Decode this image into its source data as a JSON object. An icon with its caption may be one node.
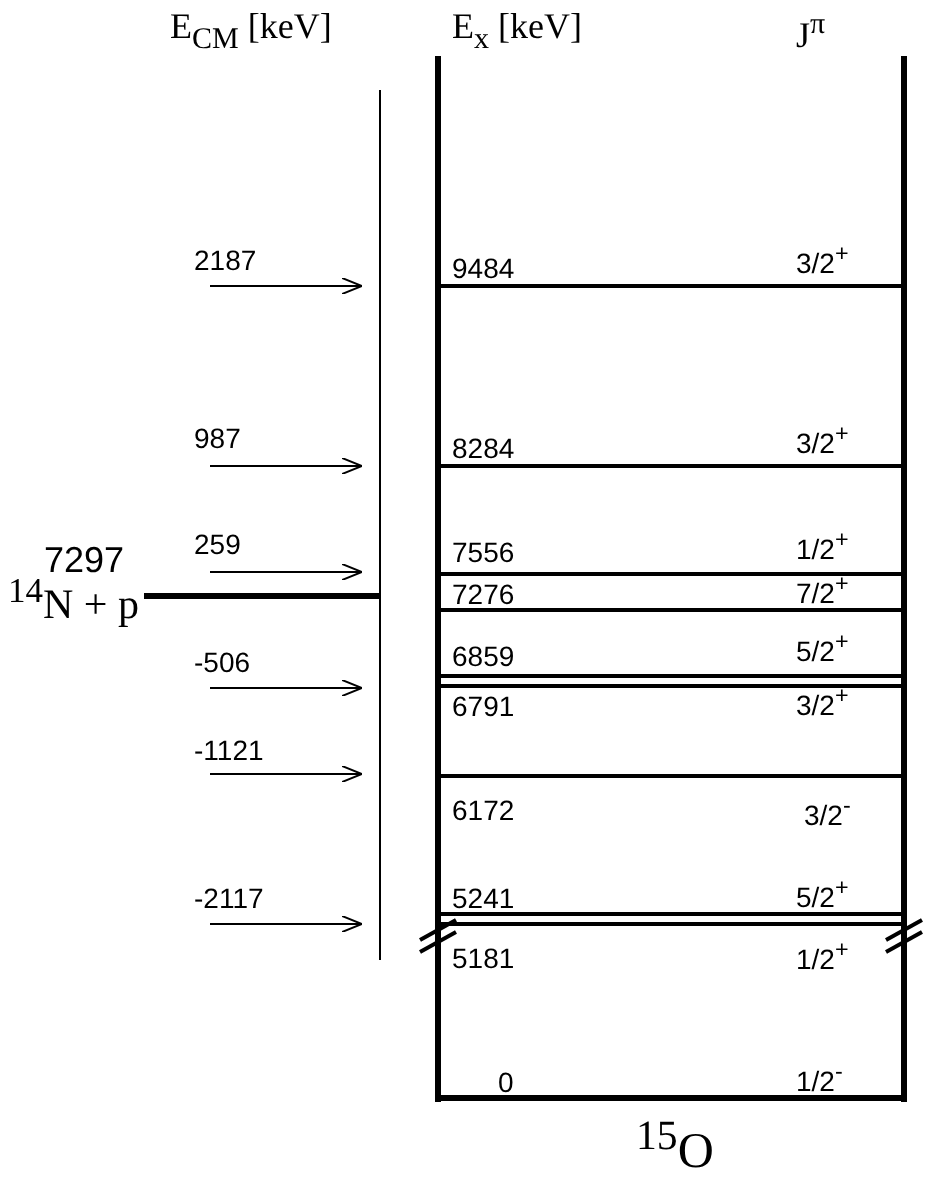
{
  "diagram": {
    "caption": "$^{15}$O",
    "labels": [
      "E$_{CM}$ [keV]",
      "E$_{x}$ [keV]",
      "J$^{π}$",
      "2187",
      "9484",
      "3/2$^{+}$",
      "987",
      "8284",
      "3/2$^{+}$",
      "7297",
      "259",
      "7556",
      "1/2$^{+}$",
      "7276",
      "7/2$^{+}$",
      "$^{14}$N + p",
      "-506",
      "6859",
      "5/2$^{+}$",
      "6791",
      "3/2$^{+}$",
      "-1121",
      "6172",
      "3/2$^{-}$",
      "-2117",
      "5241",
      "5/2$^{+}$",
      "5181",
      "1/2$^{+}$",
      "0",
      "1/2$^{-}$"
    ]
  }
}
